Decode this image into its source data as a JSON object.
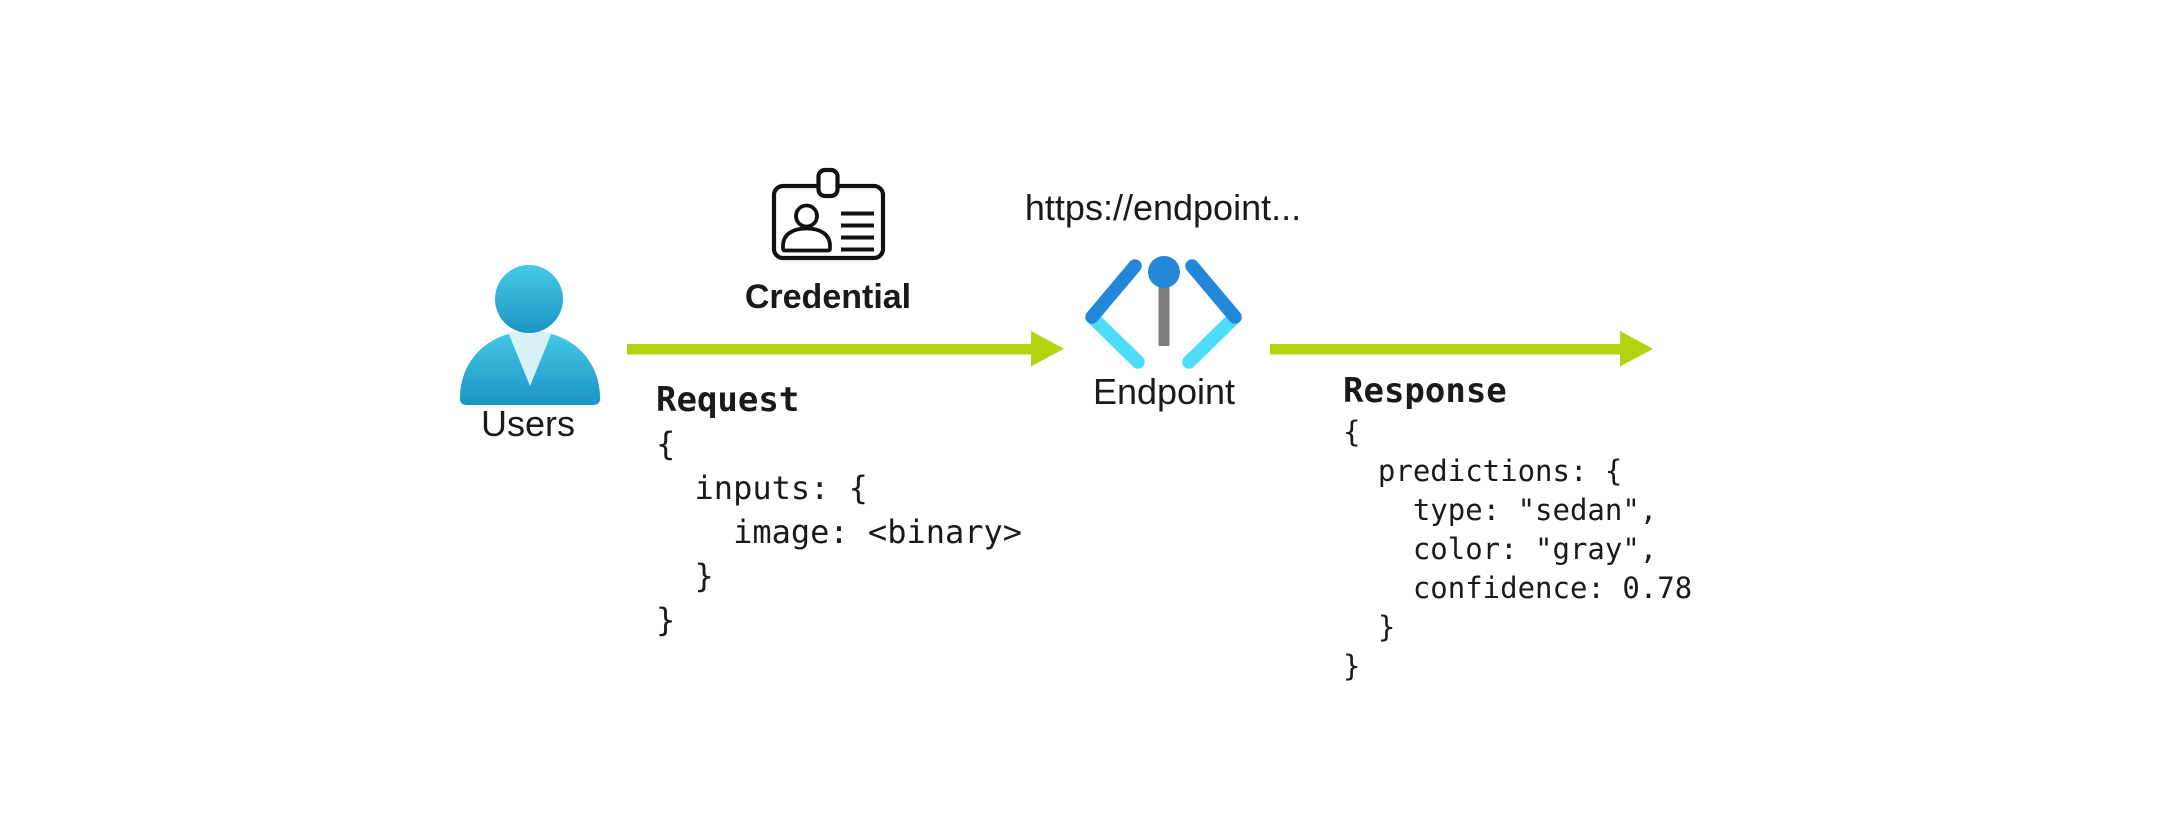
{
  "colors": {
    "background": "#ffffff",
    "arrow": "#b4d30e",
    "text": "#1a1a1a",
    "icon_stroke": "#111111",
    "person_light": "#45c9e8",
    "person_dark": "#1b94c4",
    "person_collar": "#d8f1f9",
    "bracket_dark": "#2287d9",
    "bracket_light": "#4edcf9",
    "pin_gray": "#7d7d7d"
  },
  "nodes": {
    "users": {
      "label": "Users"
    },
    "credential": {
      "label": "Credential"
    },
    "endpoint": {
      "label": "Endpoint",
      "url": "https://endpoint..."
    }
  },
  "request": {
    "title": "Request",
    "code": "{\n  inputs: {\n    image: <binary>\n  }\n}"
  },
  "response": {
    "title": "Response",
    "code": "{\n  predictions: {\n    type: \"sedan\",\n    color: \"gray\",\n    confidence: 0.78\n  }\n}"
  }
}
